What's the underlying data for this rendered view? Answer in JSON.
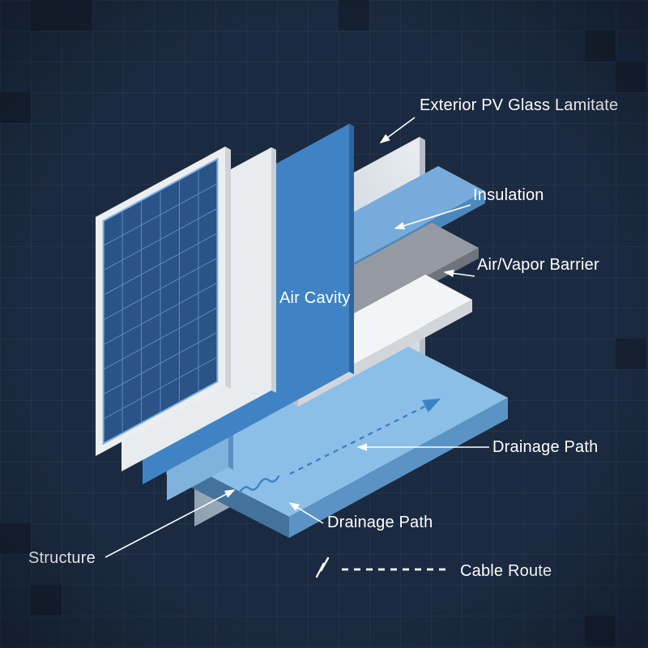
{
  "diagram": {
    "labels": {
      "exterior": "Exterior PV Glass Lamitate",
      "insulation": "Insulation",
      "air_vapor_barrier": "Air/Vapor Barrier",
      "air_cavity": "Air Cavity",
      "drainage_path_right": "Drainage Path",
      "drainage_path_bottom": "Drainage Path",
      "structure": "Structure"
    },
    "legend": {
      "cable_route": "Cable Route"
    },
    "colors": {
      "background": "#1b2a40",
      "grid_line": "#2a3f5a",
      "label_text": "#ffffff",
      "pv_cells": "#2a5386",
      "pv_frame": "#eceef0",
      "panel_blue": "#3f83c4",
      "structure_blue": "#7fb2dd",
      "back_panel_gray": "#dbe0e6",
      "insulation_top": "#76abdb",
      "barrier_top": "#959aa2",
      "drainage_mat_top": "#f3f4f6",
      "base_top": "#8cbfe8",
      "cable_arrow": "#3b82c4"
    }
  }
}
